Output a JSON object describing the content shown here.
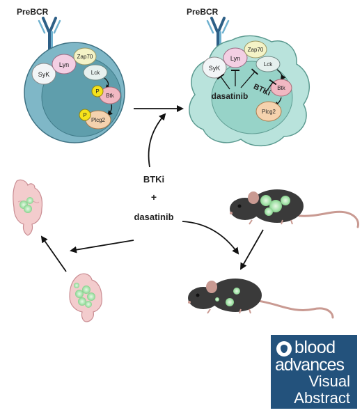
{
  "left_cell": {
    "receptor": "PreBCR",
    "syk": "SyK",
    "lyn": "Lyn",
    "zap70": "Zap70",
    "lck": "Lck",
    "btk": "Btk",
    "plcg2": "Plcg2",
    "phospho_top": "P",
    "phospho_bottom": "P"
  },
  "right_cell": {
    "receptor": "PreBCR",
    "syk": "SyK",
    "lyn": "Lyn",
    "zap70": "Zap70",
    "lck": "Lck",
    "btk": "Btk",
    "plcg2": "Plcg2",
    "drug_dasatinib": "dasatinib",
    "drug_btki": "BTKi"
  },
  "treatment": {
    "drug1": "BTKi",
    "plus": "+",
    "drug2": "dasatinib"
  },
  "badge": {
    "line1": "blood",
    "line2": "advances",
    "line3": "Visual",
    "line4": "Abstract"
  },
  "colors": {
    "outer_cell_left": "#7fb7c7",
    "outer_cell_right": "#b9e3dc",
    "nucleus": "#5f9eac",
    "lyn": "#f3cfe3",
    "zap70": "#f4f3c7",
    "lck": "#e6f0ee",
    "btk": "#f1b8c2",
    "plcg2": "#f5d2ae",
    "phospho": "#f5e21b",
    "receptor": "#2d5f86",
    "badge": "#23527c",
    "tumor": "#9fe0a6"
  }
}
